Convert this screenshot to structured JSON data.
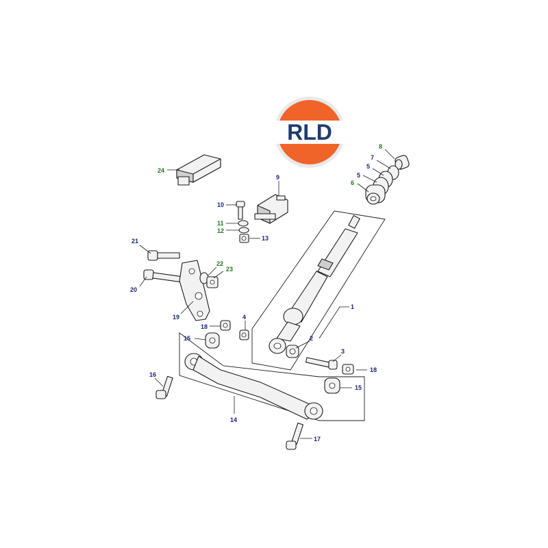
{
  "logo": {
    "text": "RLD",
    "colors": {
      "top": "#f0642a",
      "bottom": "#f0642a",
      "band": "#ffffff",
      "text": "#1f3a6e",
      "ring": "#e6e6e6"
    }
  },
  "colors": {
    "callout_blue": "#1a237e",
    "callout_green": "#1b7a1b",
    "line": "#1a1a1a"
  },
  "callouts": [
    {
      "id": "c24",
      "label": "24",
      "color": "green"
    },
    {
      "id": "c8",
      "label": "8",
      "color": "green"
    },
    {
      "id": "c7",
      "label": "7",
      "color": "blue"
    },
    {
      "id": "c5a",
      "label": "5",
      "color": "blue"
    },
    {
      "id": "c5b",
      "label": "5",
      "color": "blue"
    },
    {
      "id": "c6",
      "label": "6",
      "color": "green"
    },
    {
      "id": "c9",
      "label": "9",
      "color": "blue"
    },
    {
      "id": "c10",
      "label": "10",
      "color": "blue"
    },
    {
      "id": "c11",
      "label": "11",
      "color": "green"
    },
    {
      "id": "c12",
      "label": "12",
      "color": "green"
    },
    {
      "id": "c13",
      "label": "13",
      "color": "blue"
    },
    {
      "id": "c21",
      "label": "21",
      "color": "blue"
    },
    {
      "id": "c22",
      "label": "22",
      "color": "green"
    },
    {
      "id": "c23",
      "label": "23",
      "color": "green"
    },
    {
      "id": "c20",
      "label": "20",
      "color": "blue"
    },
    {
      "id": "c19",
      "label": "19",
      "color": "blue"
    },
    {
      "id": "c1",
      "label": "1",
      "color": "blue"
    },
    {
      "id": "c2",
      "label": "2",
      "color": "blue"
    },
    {
      "id": "c4",
      "label": "4",
      "color": "blue"
    },
    {
      "id": "c18a",
      "label": "18",
      "color": "blue"
    },
    {
      "id": "c15a",
      "label": "15",
      "color": "blue"
    },
    {
      "id": "c3",
      "label": "3",
      "color": "blue"
    },
    {
      "id": "c18b",
      "label": "18",
      "color": "blue"
    },
    {
      "id": "c16",
      "label": "16",
      "color": "blue"
    },
    {
      "id": "c15b",
      "label": "15",
      "color": "blue"
    },
    {
      "id": "c14",
      "label": "14",
      "color": "blue"
    },
    {
      "id": "c17",
      "label": "17",
      "color": "blue"
    }
  ]
}
